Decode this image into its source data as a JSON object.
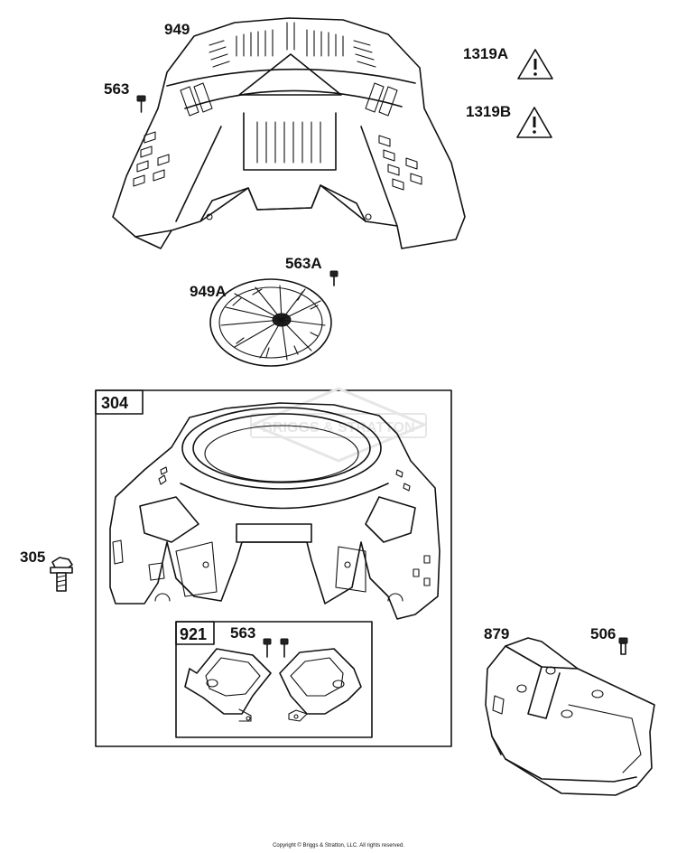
{
  "callouts": {
    "p949": "949",
    "p563_top": "563",
    "p1319a": "1319A",
    "p1319b": "1319B",
    "p563a": "563A",
    "p949a": "949A",
    "p304": "304",
    "p305": "305",
    "p921": "921",
    "p563_box": "563",
    "p879": "879",
    "p506": "506"
  },
  "watermark": "BRIGGS & STRATTON",
  "copyright": "Copyright © Briggs & Stratton, LLC. All rights reserved.",
  "colors": {
    "line": "#111111",
    "background": "#ffffff",
    "watermark": "#e6e6e6"
  }
}
